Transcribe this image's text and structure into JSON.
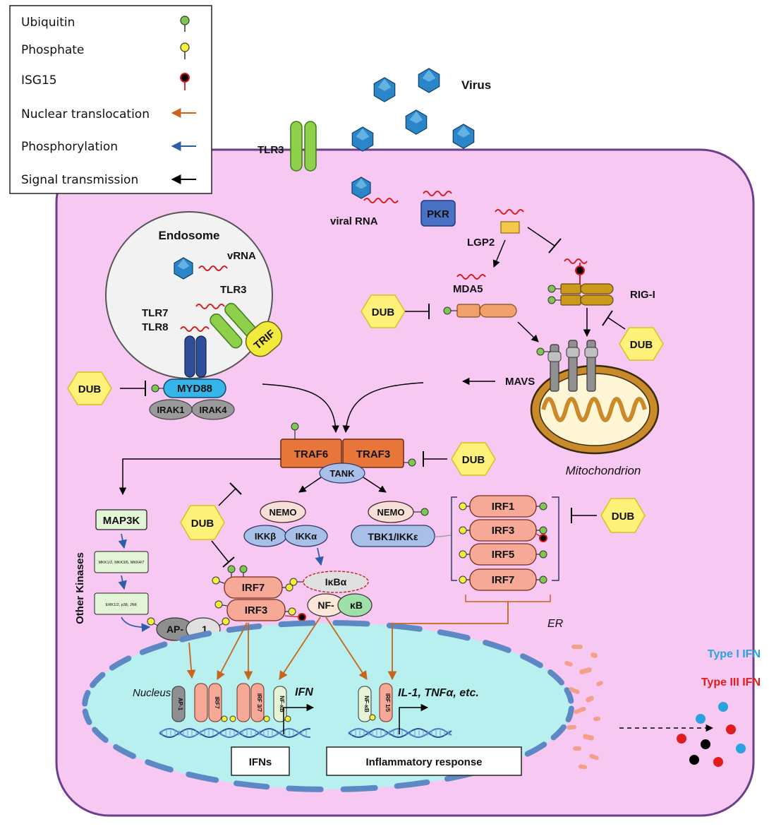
{
  "legend": {
    "items": [
      {
        "label": "Ubiquitin",
        "symbol": "ubiquitin-icon"
      },
      {
        "label": "Phosphate",
        "symbol": "phosphate-icon"
      },
      {
        "label": "ISG15",
        "symbol": "isg15-icon"
      },
      {
        "label": "Nuclear translocation",
        "symbol": "orange-arrow"
      },
      {
        "label": "Phosphorylation",
        "symbol": "blue-arrow"
      },
      {
        "label": "Signal transmission",
        "symbol": "black-arrow"
      }
    ]
  },
  "colors": {
    "cell": "#f7c8f2",
    "cell_border": "#6b3f8c",
    "ubiquitin": "#7ec850",
    "phosphate": "#f5f03c",
    "isg15": "#000000",
    "isg15_ring": "#d41c1c",
    "nuclear_translocation": "#c8651b",
    "phosphorylation": "#2f5ea8",
    "signal": "#000000",
    "dub": "#fff27a",
    "traf": "#e8763a",
    "irf": "#f7a998",
    "nucleus": "#b8f0f0",
    "type1_ifn": "#29a3e0",
    "type3_ifn": "#e01c1c"
  },
  "labels": {
    "virus": "Virus",
    "tlr3_membrane": "TLR3",
    "viral_rna": "viral RNA",
    "pkr": "PKR",
    "lgp2": "LGP2",
    "mda5": "MDA5",
    "rig_i": "RIG-I",
    "endosome": "Endosome",
    "vrna": "vRNA",
    "tlr3_endosome": "TLR3",
    "tlr7": "TLR7",
    "tlr8": "TLR8",
    "trif": "TRIF",
    "myd88": "MYD88",
    "irak1": "IRAK1",
    "irak4": "IRAK4",
    "dub": "DUB",
    "mavs": "MAVS",
    "mitochondrion": "Mitochondrion",
    "traf6": "TRAF6",
    "traf3": "TRAF3",
    "tank": "TANK",
    "map3k": "MAP3K",
    "mkk_small": "MKK1/2, MKK3/6, MKK4/7",
    "erk_small": "ERK1/2, p38, JNK",
    "other_kinases": "Other Kinases",
    "nemo": "NEMO",
    "ikkb": "IKKβ",
    "ikka": "IKKα",
    "tbk1": "TBK1/IKKε",
    "irf1": "IRF1",
    "irf3": "IRF3",
    "irf5": "IRF5",
    "irf7": "IRF7",
    "ikba": "IκBα",
    "nfkb_left": "NF-",
    "nfkb_right": "κB",
    "ap1_left": "AP-",
    "ap1_right": "1",
    "er": "ER",
    "nucleus": "Nucleus",
    "ifn_gene": "IFN",
    "il1_gene": "IL-1, TNFα, etc.",
    "ifns_box": "IFNs",
    "inflammatory_box": "Inflammatory response",
    "type1_ifn": "Type I IFN",
    "type3_ifn": "Type III IFN",
    "dna_ap1": "AP-1",
    "dna_irf7": "IRF7",
    "dna_irf37": "IRF 3/7",
    "dna_nfkb": "NF-κB",
    "dna_irf15": "IRF 1/5"
  }
}
